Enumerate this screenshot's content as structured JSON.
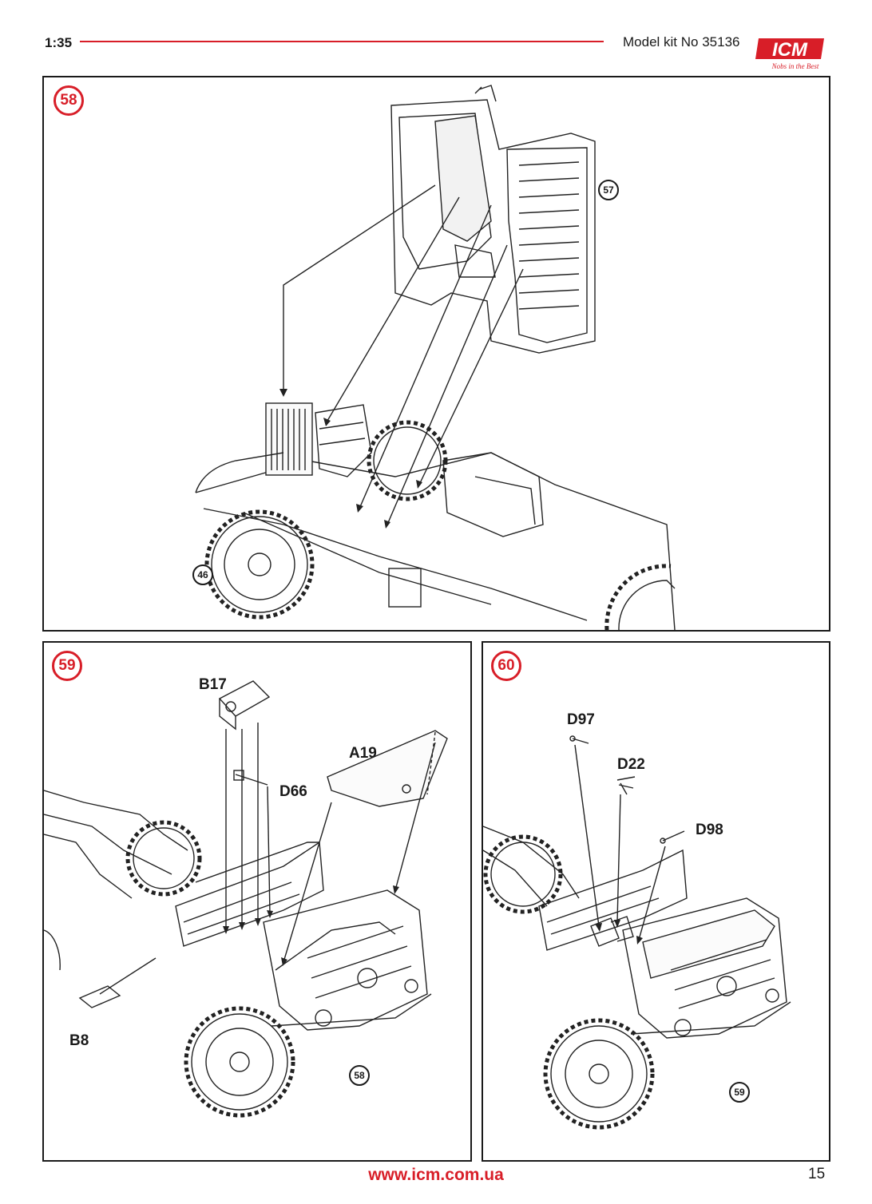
{
  "header": {
    "scale": "1:35",
    "model": "Model kit No 35136",
    "logo_text": "ICM",
    "logo_tagline": "Nobs in the Best",
    "accent_color": "#d81e28"
  },
  "steps": [
    {
      "number": "58",
      "refs": [
        "57",
        "46"
      ],
      "parts": []
    },
    {
      "number": "59",
      "refs": [
        "58"
      ],
      "parts": [
        "B17",
        "D66",
        "A19",
        "B8"
      ]
    },
    {
      "number": "60",
      "refs": [
        "59"
      ],
      "parts": [
        "D97",
        "D22",
        "D98"
      ]
    }
  ],
  "footer": {
    "url": "www.icm.com.ua",
    "page": "15"
  }
}
